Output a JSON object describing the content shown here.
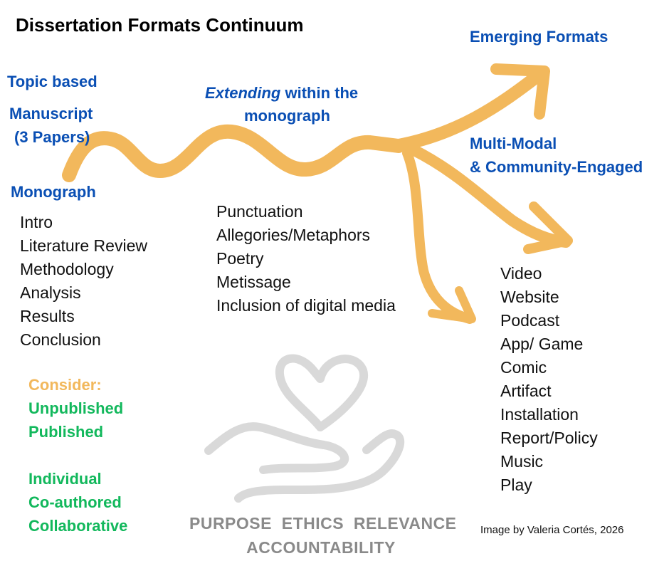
{
  "title": "Dissertation Formats Continuum",
  "labels": {
    "topic_based": "Topic based",
    "manuscript": "Manuscript",
    "manuscript_sub": "(3 Papers)",
    "monograph": "Monograph",
    "extending_italic": "Extending",
    "extending_rest": "within the",
    "extending_line2": "monograph",
    "emerging": "Emerging Formats",
    "multimodal_1": "Multi-Modal",
    "multimodal_2": "& Community-Engaged"
  },
  "monograph_items": [
    "Intro",
    "Literature Review",
    "Methodology",
    "Analysis",
    "Results",
    "Conclusion"
  ],
  "extending_items": [
    "Punctuation",
    "Allegories/Metaphors",
    "Poetry",
    "Metissage",
    "Inclusion of digital media"
  ],
  "multimodal_items": [
    "Video",
    "Website",
    "Podcast",
    "App/ Game",
    "Comic",
    "Artifact",
    "Installation",
    "Report/Policy",
    "Music",
    "Play"
  ],
  "consider": {
    "heading": "Consider:",
    "group1": [
      "Unpublished",
      "Published"
    ],
    "group2": [
      "Individual",
      "Co-authored",
      "Collaborative"
    ]
  },
  "values_line1": "PURPOSE  ETHICS  RELEVANCE",
  "values_line2": "ACCOUNTABILITY",
  "credit": "Image by Valeria Cortés, 2026",
  "colors": {
    "blue": "#0a4fb4",
    "green": "#12b85c",
    "orange": "#f2b85c",
    "gray": "#d9d9d9"
  }
}
